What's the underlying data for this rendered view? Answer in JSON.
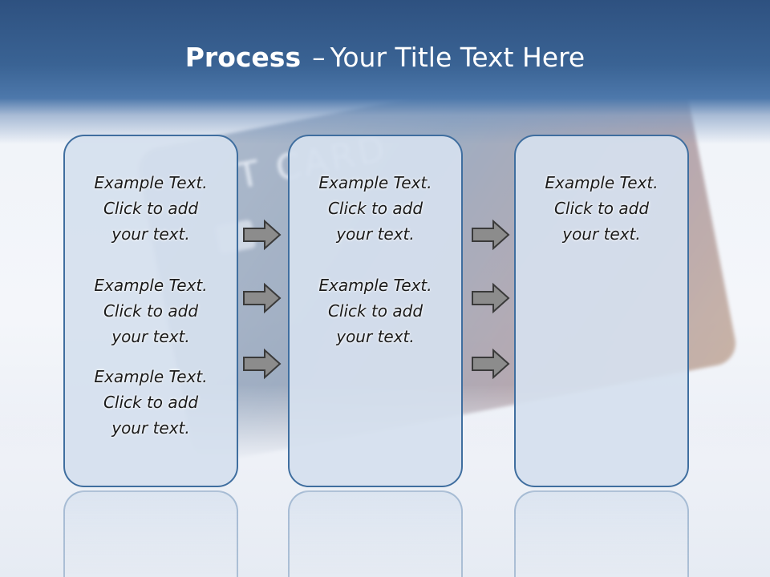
{
  "slide": {
    "title_bold": "Process",
    "title_sep": "–",
    "title_rest": "Your Title Text Here"
  },
  "background": {
    "card_word": "T CARD"
  },
  "boxes": [
    {
      "blocks": [
        {
          "l1": "Example Text.",
          "l2": "Click  to add",
          "l3": "your text."
        },
        {
          "l1": "Example Text.",
          "l2": "Click  to add",
          "l3": "your text."
        },
        {
          "l1": "Example Text.",
          "l2": "Click  to add",
          "l3": "your text."
        }
      ]
    },
    {
      "blocks": [
        {
          "l1": "Example Text.",
          "l2": "Click  to add",
          "l3": "your text."
        },
        {
          "l1": "Example Text.",
          "l2": "Click  to add",
          "l3": "your text."
        }
      ]
    },
    {
      "blocks": [
        {
          "l1": "Example Text.",
          "l2": "Click  to add",
          "l3": "your text."
        }
      ]
    }
  ],
  "colors": {
    "header": "#2e5180",
    "box_border": "#3f6e9f",
    "box_fill": "#d5e0ee",
    "arrow_fill": "#8c8c8c"
  },
  "icons": {
    "arrow": "right-arrow-icon"
  }
}
